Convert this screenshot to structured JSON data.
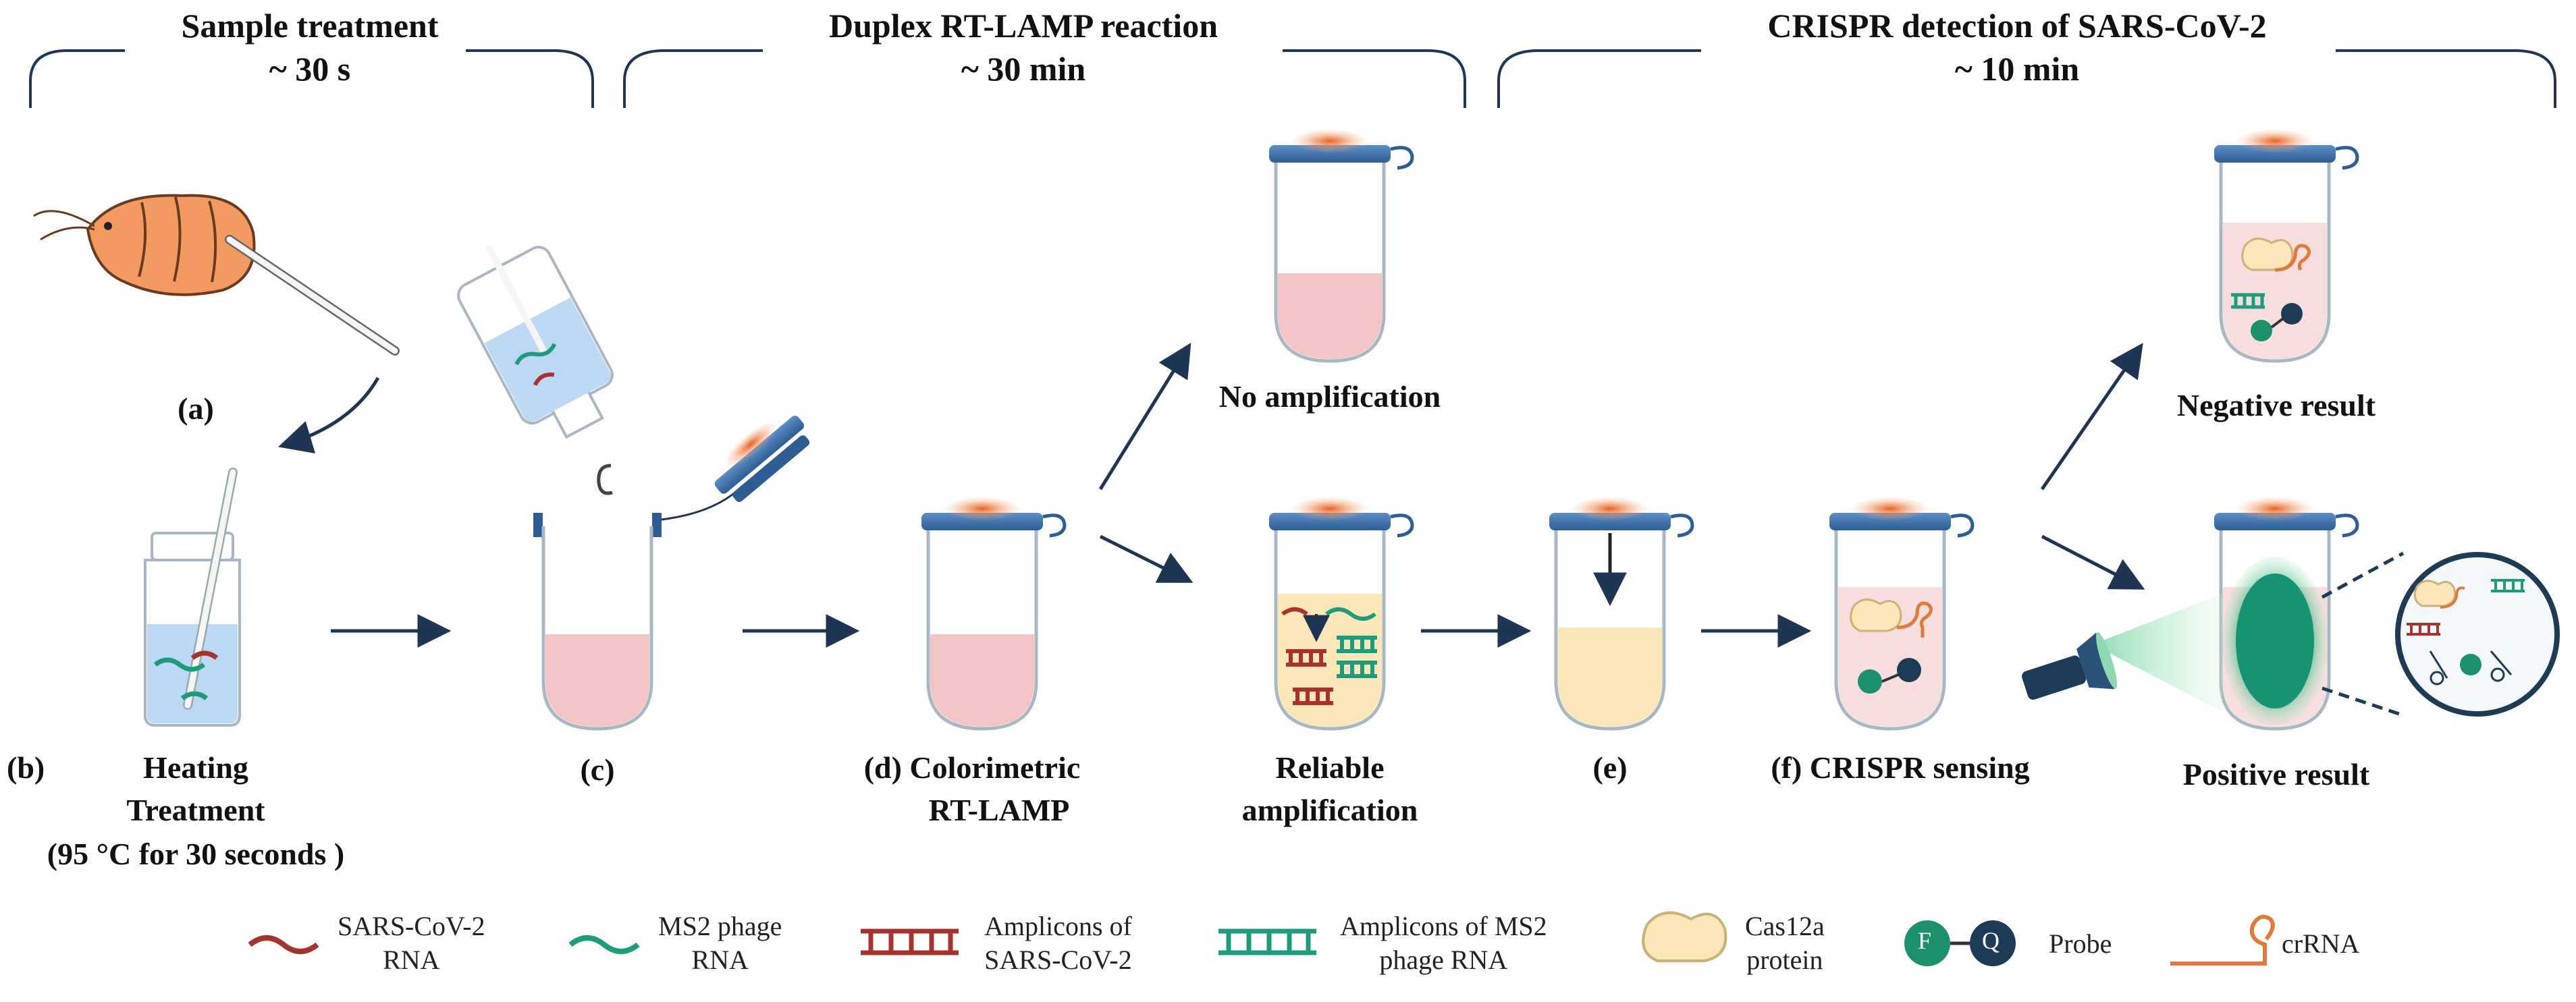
{
  "phases": [
    {
      "title": "Sample treatment",
      "time": "~ 30 s"
    },
    {
      "title": "Duplex RT-LAMP reaction",
      "time": "~ 30 min"
    },
    {
      "title": "CRISPR detection of  SARS-CoV-2",
      "time": "~ 10 min"
    }
  ],
  "steps": {
    "a": "(a)",
    "b_letter": "(b)",
    "b_line1": "Heating",
    "b_line2": "Treatment",
    "b_line3": "(95 °C for 30 seconds )",
    "c": "(c)",
    "d_line1": "(d)  Colorimetric",
    "d_line2": "RT-LAMP",
    "e": "(e)",
    "f": "(f)  CRISPR sensing"
  },
  "outcomes": {
    "no_amp": "No amplification",
    "reliable_1": "Reliable",
    "reliable_2": "amplification",
    "negative": "Negative result",
    "positive": "Positive result"
  },
  "legend": {
    "sars_rna_1": "SARS-CoV-2",
    "sars_rna_2": "RNA",
    "ms2_rna_1": "MS2 phage",
    "ms2_rna_2": "RNA",
    "amp_sars_1": "Amplicons of",
    "amp_sars_2": "SARS-CoV-2",
    "amp_ms2_1": "Amplicons of MS2",
    "amp_ms2_2": "phage RNA",
    "cas_1": "Cas12a",
    "cas_2": "protein",
    "probe": "Probe",
    "probe_f": "F",
    "probe_q": "Q",
    "crrna": "crRNA"
  },
  "colors": {
    "sars": "#a8322d",
    "ms2": "#1e9a7c",
    "cap": "#3a6fa8",
    "crrna": "#e07a3a",
    "liquid_pink": "#f2c4c4",
    "liquid_yellow": "#fbe6b8",
    "green_fluor": "#1c8f6d",
    "arrow": "#1f3554"
  }
}
